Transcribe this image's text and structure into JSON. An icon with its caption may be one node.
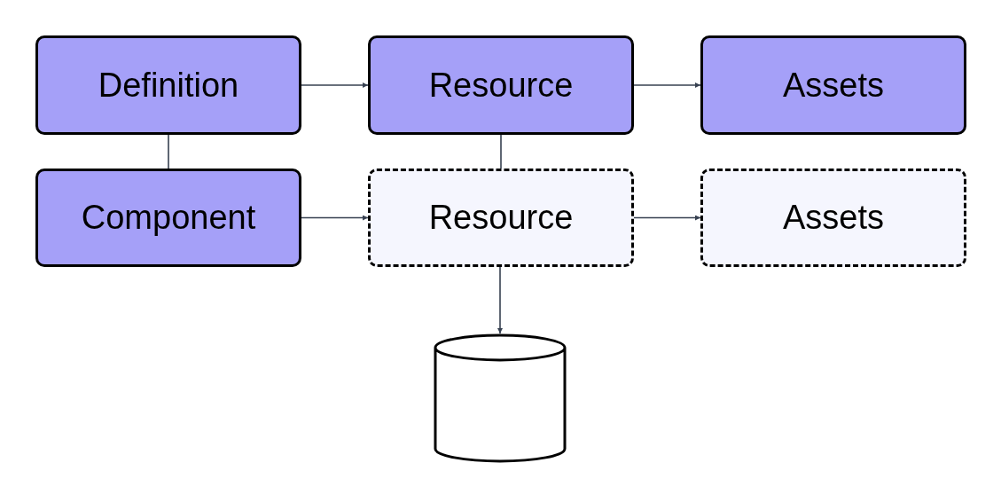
{
  "diagram": {
    "nodes": [
      {
        "text": [
          "Definition"
        ]
      },
      {
        "text": [
          "Resource"
        ]
      },
      {
        "text": [
          "Assets"
        ]
      },
      {
        "text": [
          "Component"
        ]
      },
      {
        "text": [
          "Resource"
        ]
      },
      {
        "text": [
          "Assets"
        ]
      },
      {
        "text": [],
        "shape": "cylinder"
      }
    ],
    "edges": [
      {
        "from": 0,
        "to": 1,
        "arrow": "to"
      },
      {
        "from": 1,
        "to": 2,
        "arrow": "to"
      },
      {
        "from": 0,
        "to": 3,
        "arrow": "none"
      },
      {
        "from": 1,
        "to": 4,
        "arrow": "none"
      },
      {
        "from": 3,
        "to": 4,
        "arrow": "to"
      },
      {
        "from": 4,
        "to": 5,
        "arrow": "to"
      },
      {
        "from": 4,
        "to": 6,
        "arrow": "to"
      }
    ]
  }
}
